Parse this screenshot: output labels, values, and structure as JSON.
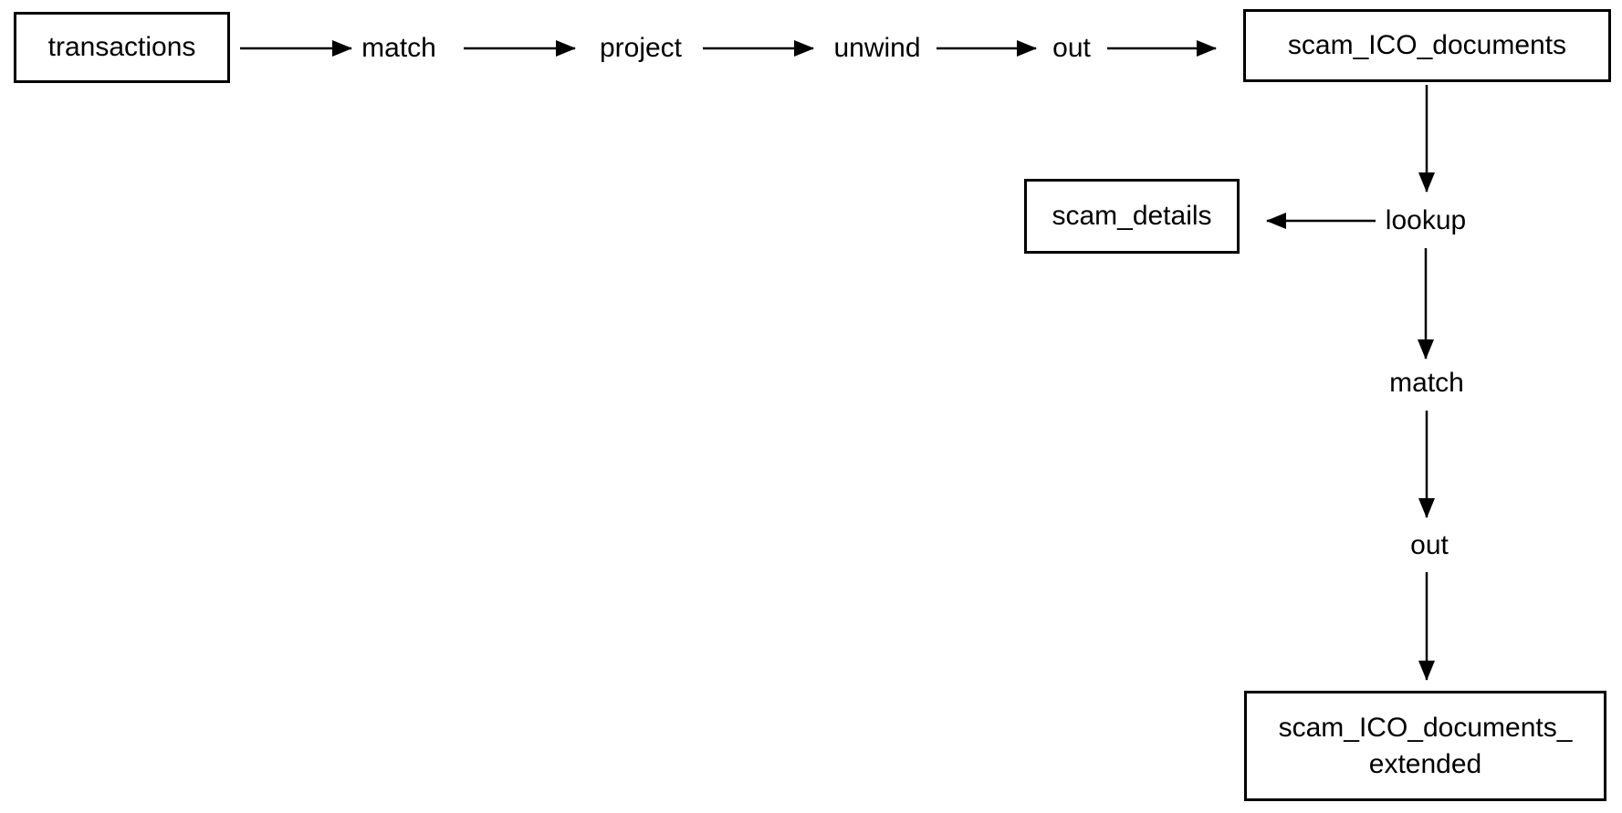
{
  "diagram": {
    "type": "aggregation-pipeline-flow",
    "colors": {
      "background": "#ffffff",
      "line": "#000000",
      "text": "#000000"
    },
    "nodes": {
      "transactions": {
        "label": "transactions",
        "kind": "collection-box"
      },
      "match1": {
        "label": "match",
        "kind": "pipeline-stage"
      },
      "project": {
        "label": "project",
        "kind": "pipeline-stage"
      },
      "unwind": {
        "label": "unwind",
        "kind": "pipeline-stage"
      },
      "out1": {
        "label": "out",
        "kind": "pipeline-stage"
      },
      "scam_ico_documents": {
        "label": "scam_ICO_documents",
        "kind": "collection-box"
      },
      "lookup": {
        "label": "lookup",
        "kind": "pipeline-stage"
      },
      "scam_details": {
        "label": "scam_details",
        "kind": "collection-box"
      },
      "match2": {
        "label": "match",
        "kind": "pipeline-stage"
      },
      "out2": {
        "label": "out",
        "kind": "pipeline-stage"
      },
      "scam_ico_documents_extended": {
        "label": "scam_ICO_documents_extended",
        "label_line1": "scam_ICO_documents_",
        "label_line2": "extended",
        "kind": "collection-box"
      }
    },
    "edges": [
      {
        "from": "transactions",
        "to": "match1"
      },
      {
        "from": "match1",
        "to": "project"
      },
      {
        "from": "project",
        "to": "unwind"
      },
      {
        "from": "unwind",
        "to": "out1"
      },
      {
        "from": "out1",
        "to": "scam_ico_documents"
      },
      {
        "from": "scam_ico_documents",
        "to": "lookup"
      },
      {
        "from": "lookup",
        "to": "scam_details"
      },
      {
        "from": "lookup",
        "to": "match2"
      },
      {
        "from": "match2",
        "to": "out2"
      },
      {
        "from": "out2",
        "to": "scam_ico_documents_extended"
      }
    ]
  }
}
